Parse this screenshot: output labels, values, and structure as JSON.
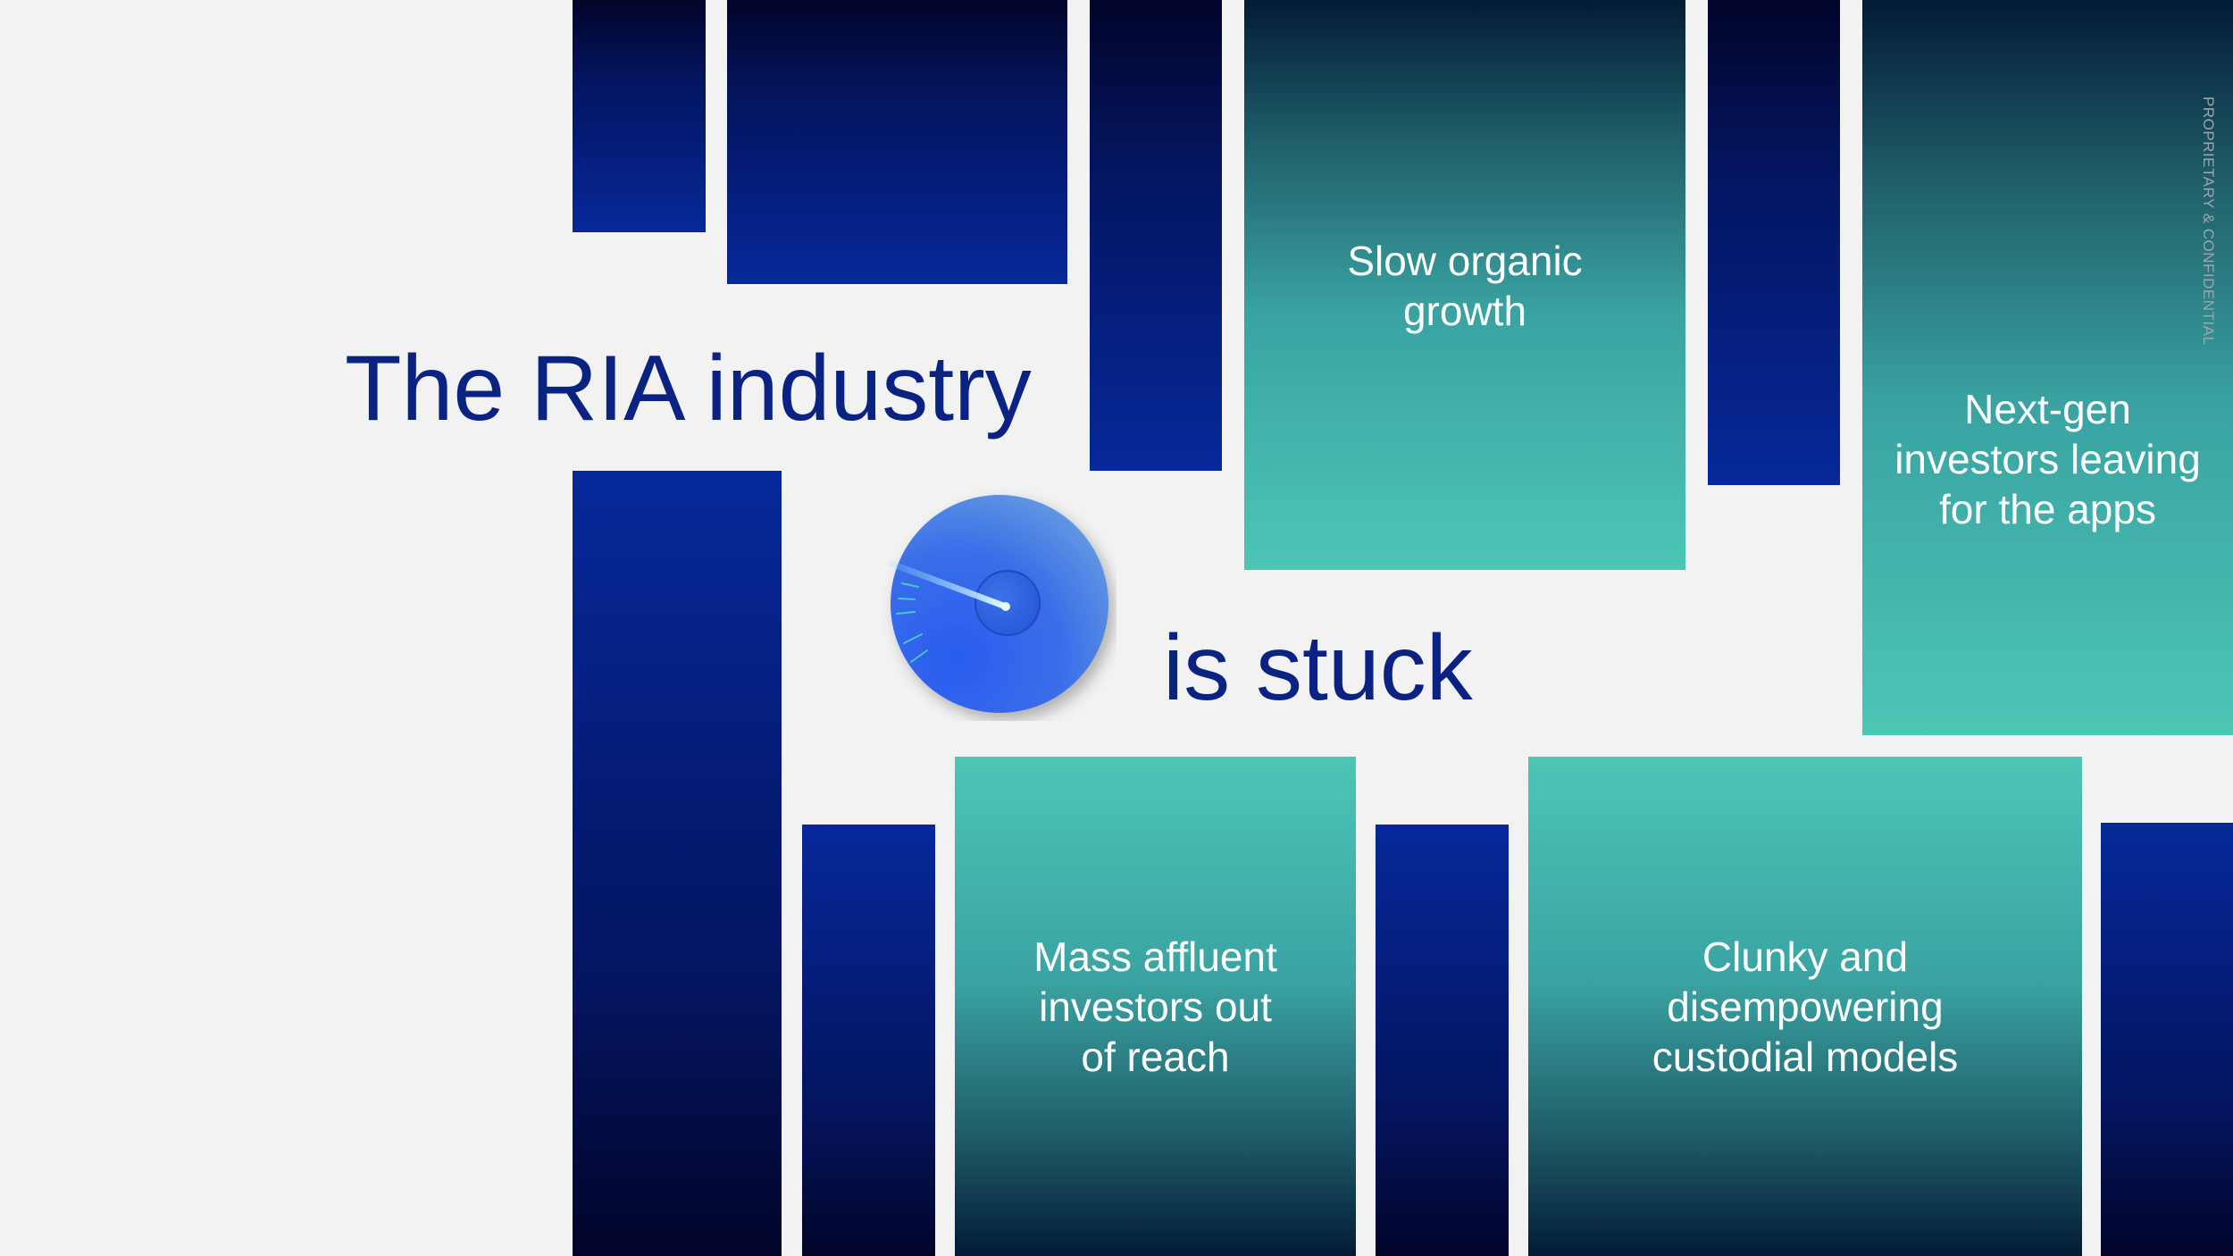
{
  "headline": {
    "line1": "The RIA industry",
    "line2": "is stuck"
  },
  "problems": [
    {
      "label": "Slow organic\ngrowth"
    },
    {
      "label": "Next-gen\ninvestors leaving\nfor the apps"
    },
    {
      "label": "Mass affluent\ninvestors out\nof reach"
    },
    {
      "label": "Clunky and\ndisempowering\ncustodial models"
    }
  ],
  "footer_notice": "PROPRIETARY & CONFIDENTIAL",
  "icons": {
    "gauge": "speedometer-gauge-icon"
  },
  "colors": {
    "headline": "#0a2382",
    "navy_bar": "#06289a",
    "teal_box": "#4cc6b5",
    "background": "#f2f2f2"
  }
}
